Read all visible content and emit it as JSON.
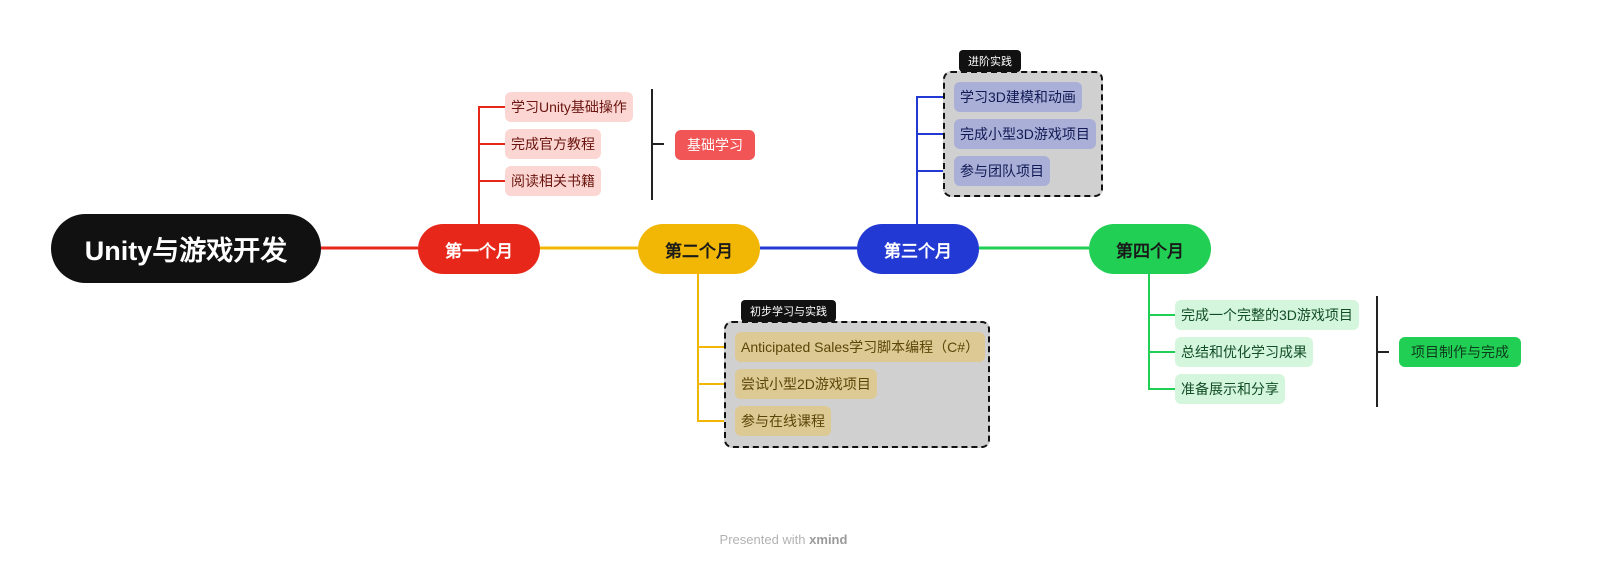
{
  "mindmap": {
    "root": "Unity与游戏开发",
    "months": [
      {
        "label": "第一个月",
        "color": "#e8271b"
      },
      {
        "label": "第二个月",
        "color": "#f2b705"
      },
      {
        "label": "第三个月",
        "color": "#2339d3"
      },
      {
        "label": "第四个月",
        "color": "#22cf55"
      }
    ],
    "month1": {
      "items": [
        "学习Unity基础操作",
        "完成官方教程",
        "阅读相关书籍"
      ],
      "summary": "基础学习"
    },
    "month2": {
      "group_label": "初步学习与实践",
      "items": [
        "Anticipated Sales学习脚本编程（C#）",
        "尝试小型2D游戏项目",
        "参与在线课程"
      ]
    },
    "month3": {
      "group_label": "进阶实践",
      "items": [
        "学习3D建模和动画",
        "完成小型3D游戏项目",
        "参与团队项目"
      ]
    },
    "month4": {
      "items": [
        "完成一个完整的3D游戏项目",
        "总结和优化学习成果",
        "准备展示和分享"
      ],
      "summary": "项目制作与完成"
    }
  },
  "footer": {
    "prefix": "Presented with",
    "brand": "xmind"
  }
}
